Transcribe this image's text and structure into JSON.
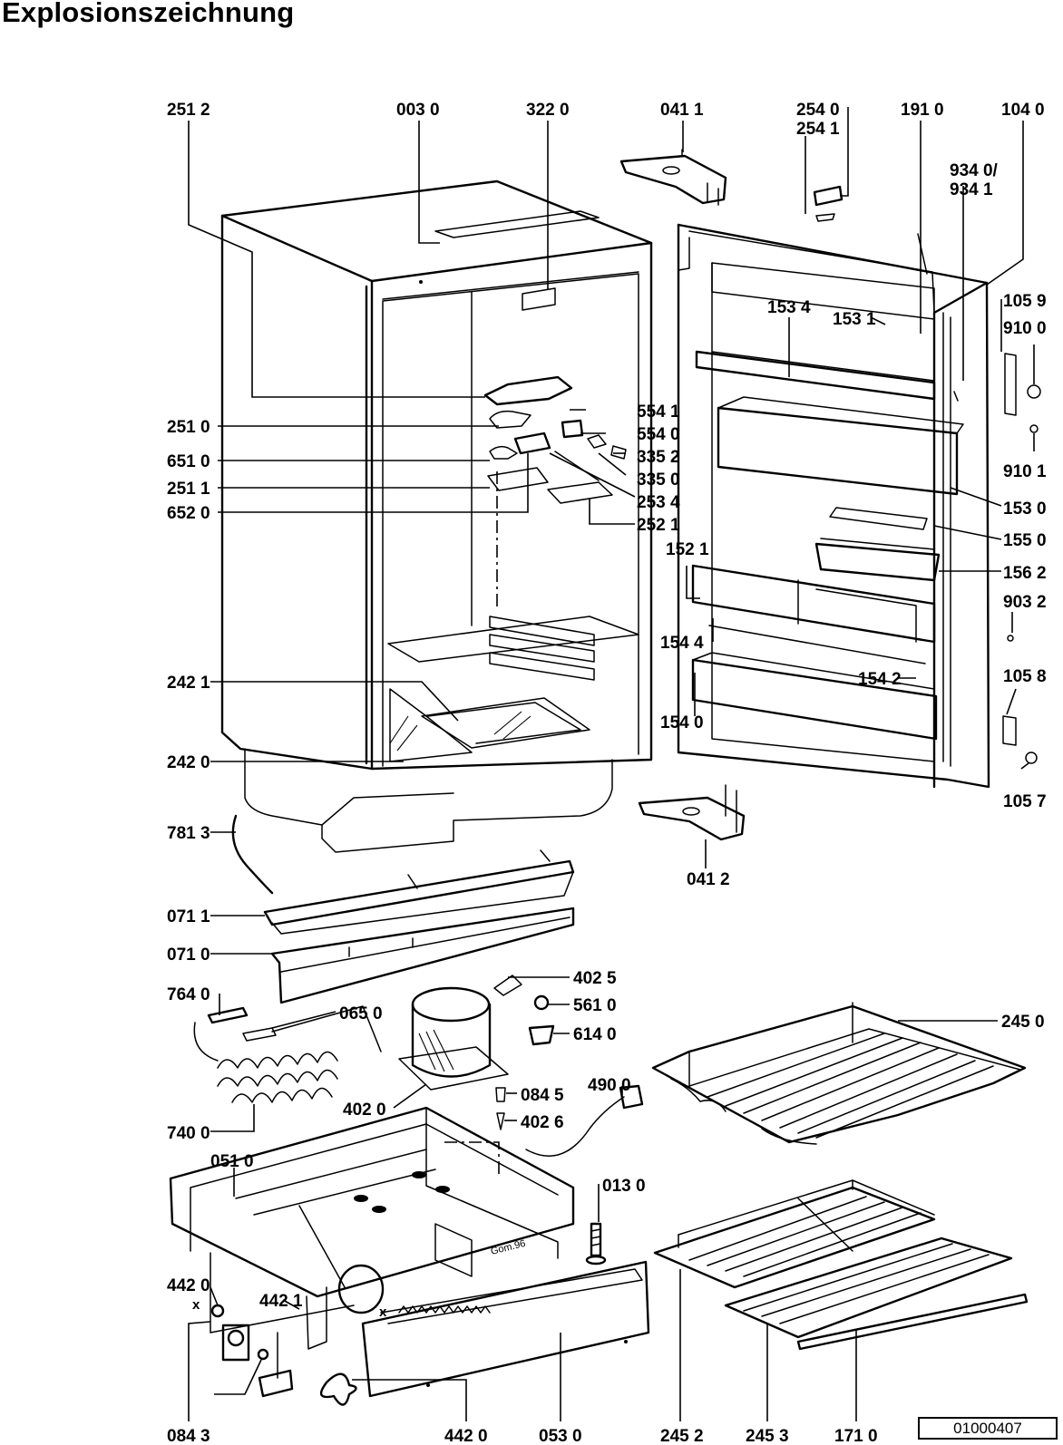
{
  "title": "Explosionszeichnung",
  "drawing_number": "01000407",
  "annotations": {
    "work_piece_mark": "Gom.96",
    "cross_mark": "x"
  },
  "parts": [
    {
      "id": "p2512",
      "label": "251 2"
    },
    {
      "id": "p0030",
      "label": "003 0"
    },
    {
      "id": "p3220",
      "label": "322 0"
    },
    {
      "id": "p0411",
      "label": "041 1"
    },
    {
      "id": "p2540",
      "label": "254 0"
    },
    {
      "id": "p2541",
      "label": "254 1"
    },
    {
      "id": "p1910",
      "label": "191 0"
    },
    {
      "id": "p1040",
      "label": "104 0"
    },
    {
      "id": "p9340",
      "label": "934 0/"
    },
    {
      "id": "p9341",
      "label": "934 1"
    },
    {
      "id": "p1059",
      "label": "105 9"
    },
    {
      "id": "p9100",
      "label": "910 0"
    },
    {
      "id": "p1534",
      "label": "153 4"
    },
    {
      "id": "p1531",
      "label": "153 1"
    },
    {
      "id": "p9101",
      "label": "910 1"
    },
    {
      "id": "p5541",
      "label": "554 1"
    },
    {
      "id": "p5540",
      "label": "554 0"
    },
    {
      "id": "p3352",
      "label": "335 2"
    },
    {
      "id": "p3350",
      "label": "335 0"
    },
    {
      "id": "p2534",
      "label": "253 4"
    },
    {
      "id": "p2521",
      "label": "252 1"
    },
    {
      "id": "p2510",
      "label": "251 0"
    },
    {
      "id": "p6510",
      "label": "651 0"
    },
    {
      "id": "p2511",
      "label": "251 1"
    },
    {
      "id": "p6520",
      "label": "652 0"
    },
    {
      "id": "p1530",
      "label": "153 0"
    },
    {
      "id": "p1550",
      "label": "155 0"
    },
    {
      "id": "p1521",
      "label": "152 1"
    },
    {
      "id": "p1562",
      "label": "156 2"
    },
    {
      "id": "p9032",
      "label": "903 2"
    },
    {
      "id": "p1544",
      "label": "154 4"
    },
    {
      "id": "p1542",
      "label": "154 2"
    },
    {
      "id": "p1058",
      "label": "105 8"
    },
    {
      "id": "p1540",
      "label": "154 0"
    },
    {
      "id": "p2421",
      "label": "242 1"
    },
    {
      "id": "p2420",
      "label": "242 0"
    },
    {
      "id": "p1057",
      "label": "105 7"
    },
    {
      "id": "p7813",
      "label": "781 3"
    },
    {
      "id": "p0412",
      "label": "041 2"
    },
    {
      "id": "p0711",
      "label": "071 1"
    },
    {
      "id": "p0710",
      "label": "071 0"
    },
    {
      "id": "p4025",
      "label": "402 5"
    },
    {
      "id": "p7640",
      "label": "764 0"
    },
    {
      "id": "p0650",
      "label": "065 0"
    },
    {
      "id": "p5610",
      "label": "561 0"
    },
    {
      "id": "p6140",
      "label": "614 0"
    },
    {
      "id": "p2450",
      "label": "245 0"
    },
    {
      "id": "p0845",
      "label": "084 5"
    },
    {
      "id": "p4900",
      "label": "490 0"
    },
    {
      "id": "p4020",
      "label": "402 0"
    },
    {
      "id": "p4026",
      "label": "402 6"
    },
    {
      "id": "p7400",
      "label": "740 0"
    },
    {
      "id": "p0510",
      "label": "051 0"
    },
    {
      "id": "p0130",
      "label": "013 0"
    },
    {
      "id": "p4420a",
      "label": "442 0"
    },
    {
      "id": "p4421",
      "label": "442 1"
    },
    {
      "id": "p0843",
      "label": "084 3"
    },
    {
      "id": "p4420b",
      "label": "442 0"
    },
    {
      "id": "p0530",
      "label": "053 0"
    },
    {
      "id": "p2452",
      "label": "245 2"
    },
    {
      "id": "p2453",
      "label": "245 3"
    },
    {
      "id": "p1710",
      "label": "171 0"
    }
  ]
}
